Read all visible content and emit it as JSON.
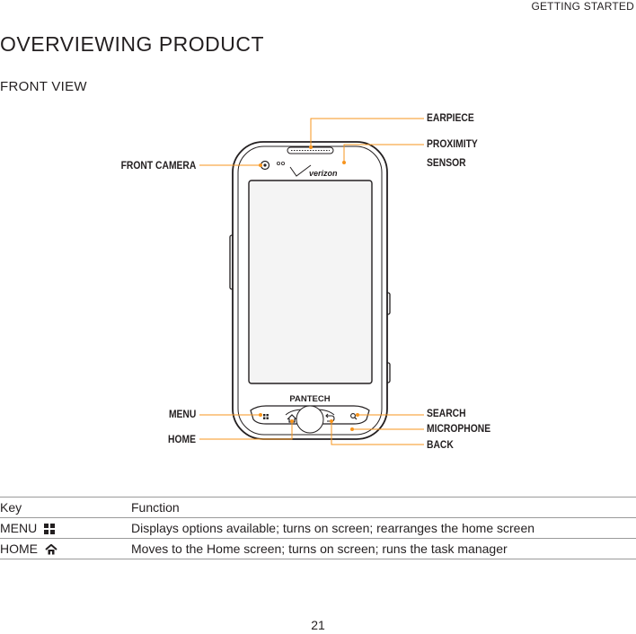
{
  "header": {
    "section": "GETTING STARTED"
  },
  "title": "OVERVIEWING PRODUCT",
  "subtitle": "FRONT VIEW",
  "diagram": {
    "callouts": {
      "earpiece": "EARPIECE",
      "proximity_line1": "PROXIMITY",
      "proximity_line2": "SENSOR",
      "front_camera": "FRONT CAMERA",
      "menu": "MENU",
      "home": "HOME",
      "search": "SEARCH",
      "microphone": "MICROPHONE",
      "back": "BACK"
    },
    "carrier_logo": "verizon",
    "brand_logo": "PANTECH",
    "accent_color": "#f7941d"
  },
  "table": {
    "headers": {
      "key": "Key",
      "function": "Function"
    },
    "rows": [
      {
        "key": "MENU",
        "icon": "menu-grid-icon",
        "function": "Displays options available; turns on screen; rearranges the home screen"
      },
      {
        "key": "HOME",
        "icon": "home-icon",
        "function": "Moves to the Home screen; turns on screen; runs the task manager"
      }
    ]
  },
  "page_number": "21"
}
